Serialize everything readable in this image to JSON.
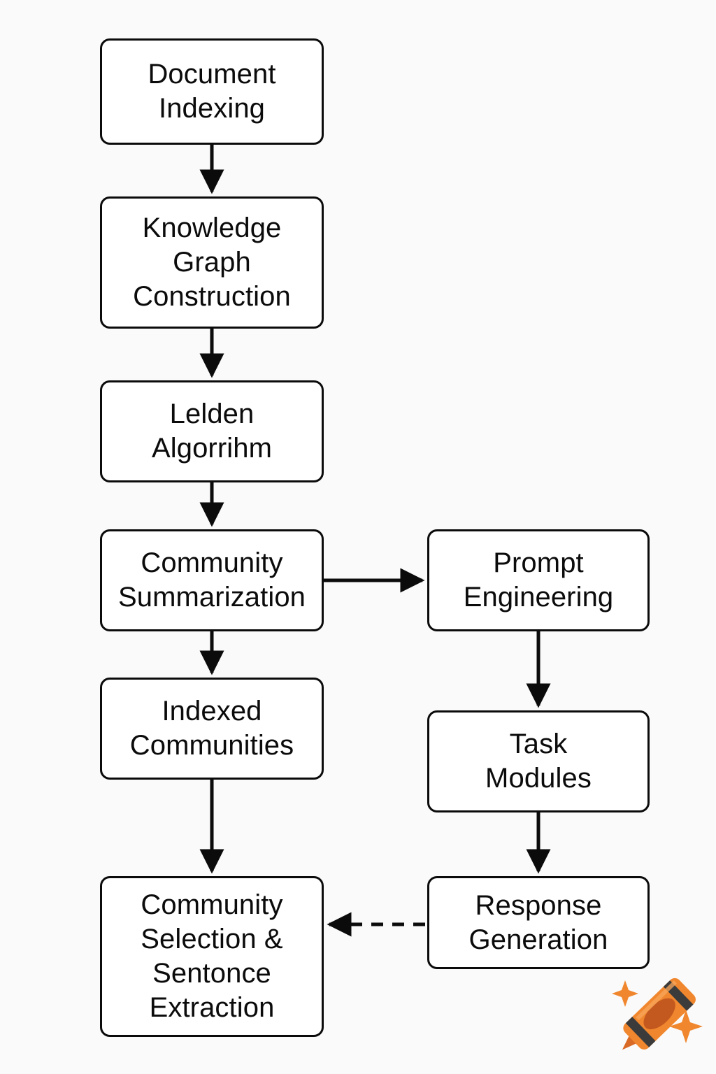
{
  "diagram": {
    "title": "GraphRAG pipeline flowchart",
    "background_color": "#fafafa",
    "node_fill": "#ffffff",
    "stroke_color": "#0b0b0b",
    "nodes": [
      {
        "id": "document-indexing",
        "label": "Document\nIndexing",
        "column": "left",
        "order": 1
      },
      {
        "id": "knowledge-graph-construction",
        "label": "Knowledge\nGraph\nConstruction",
        "column": "left",
        "order": 2
      },
      {
        "id": "leiden-algorithm",
        "label": "Lelden\nAlgorrihm",
        "column": "left",
        "order": 3
      },
      {
        "id": "community-summarization",
        "label": "Community\nSummarization",
        "column": "left",
        "order": 4
      },
      {
        "id": "indexed-communities",
        "label": "Indexed\nCommunities",
        "column": "left",
        "order": 5
      },
      {
        "id": "community-selection-sentence-extraction",
        "label": "Community\nSelection &\nSentonce\nExtraction",
        "column": "left",
        "order": 6
      },
      {
        "id": "prompt-engineering",
        "label": "Prompt\nEngineering",
        "column": "right",
        "order": 1
      },
      {
        "id": "task-modules",
        "label": "Task\nModules",
        "column": "right",
        "order": 2
      },
      {
        "id": "response-generation",
        "label": "Response\nGeneration",
        "column": "right",
        "order": 3
      }
    ],
    "edges": [
      {
        "id": "e1",
        "from": "document-indexing",
        "to": "knowledge-graph-construction",
        "style": "solid",
        "direction": "down"
      },
      {
        "id": "e2",
        "from": "knowledge-graph-construction",
        "to": "leiden-algorithm",
        "style": "solid",
        "direction": "down"
      },
      {
        "id": "e3",
        "from": "leiden-algorithm",
        "to": "community-summarization",
        "style": "solid",
        "direction": "down"
      },
      {
        "id": "e4",
        "from": "community-summarization",
        "to": "prompt-engineering",
        "style": "solid",
        "direction": "right"
      },
      {
        "id": "e5",
        "from": "community-summarization",
        "to": "indexed-communities",
        "style": "solid",
        "direction": "down"
      },
      {
        "id": "e6",
        "from": "indexed-communities",
        "to": "community-selection-sentence-extraction",
        "style": "solid",
        "direction": "down"
      },
      {
        "id": "e7",
        "from": "prompt-engineering",
        "to": "task-modules",
        "style": "solid",
        "direction": "down"
      },
      {
        "id": "e8",
        "from": "task-modules",
        "to": "response-generation",
        "style": "solid",
        "direction": "down"
      },
      {
        "id": "e9",
        "from": "response-generation",
        "to": "community-selection-sentence-extraction",
        "style": "dashed",
        "direction": "left"
      }
    ],
    "sticker": {
      "name": "crayon-icon",
      "body_color": "#F0872E",
      "label_color": "#C4591F",
      "band_color": "#3B3B3B",
      "tip_color": "#D96A25",
      "sparkle_color": "#F0872E",
      "sparkle_count": 2
    }
  }
}
